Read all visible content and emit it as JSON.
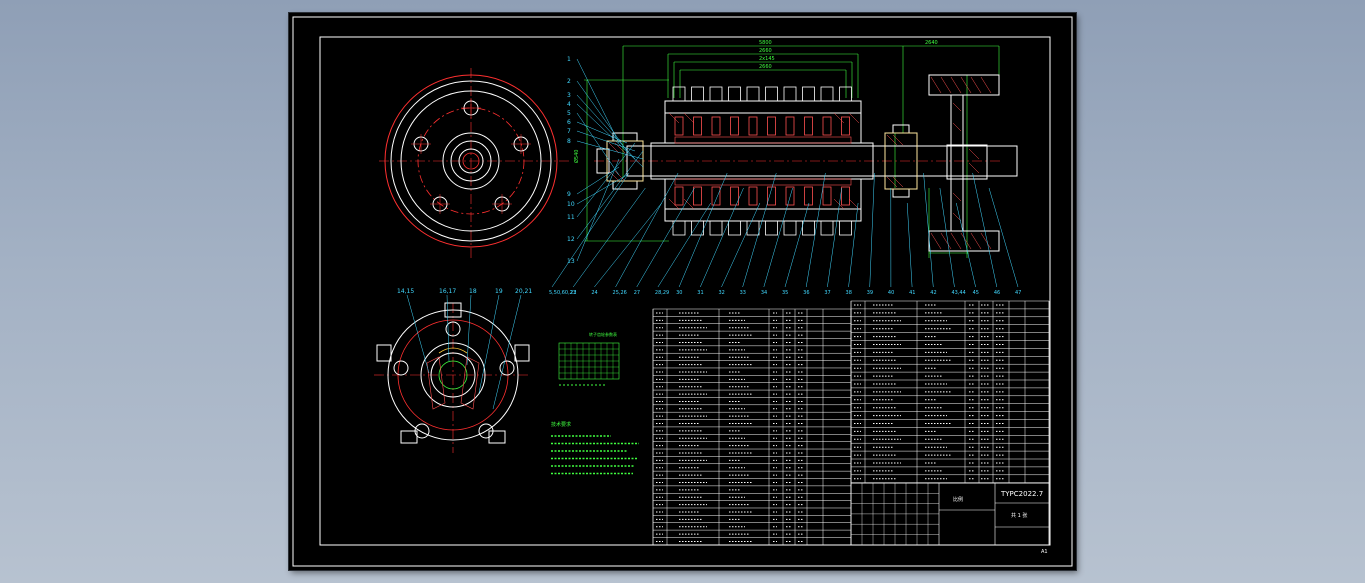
{
  "drawing_number": "TYPC2022.7",
  "sheet_size": "A1",
  "title_block": {
    "sheet_label": "共 1 张",
    "scale_label": "比例"
  },
  "callouts_top_left": [
    "1",
    "2",
    "3",
    "4",
    "5",
    "6",
    "7",
    "8",
    "9",
    "10",
    "11",
    "12",
    "13"
  ],
  "callouts_bottom": [
    "5,50,60,23",
    "22",
    "24",
    "25,26",
    "27",
    "28,29",
    "30",
    "31",
    "32",
    "33",
    "34",
    "35",
    "36",
    "37",
    "38",
    "39",
    "40",
    "41",
    "42",
    "43,44",
    "45",
    "46",
    "47"
  ],
  "callouts_end_view": [
    "14,15",
    "16,17",
    "18",
    "19",
    "20,21"
  ],
  "technical_requirements_title": "技术要求",
  "table_caption": "转子齿轮参数表",
  "colors": {
    "sheet": "#000000",
    "frame": "#ffffff",
    "outline": "#ffffff",
    "centerline": "#ff3030",
    "dimension": "#40ff40",
    "leader": "#40d8ff",
    "hatch": "#ff5050",
    "note": "#40ff40",
    "table": "#ffffff"
  }
}
